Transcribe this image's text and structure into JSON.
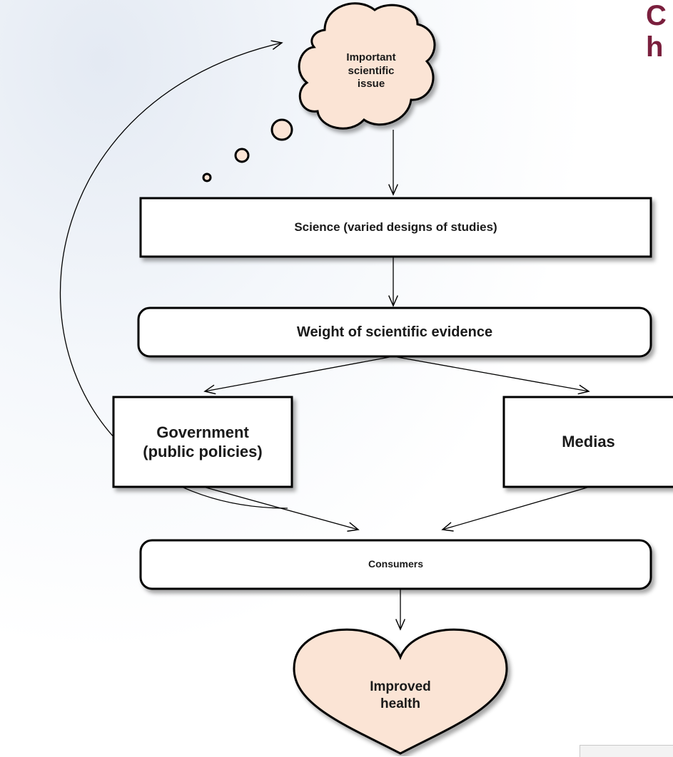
{
  "title": {
    "line1": "C",
    "line2": "h"
  },
  "colors": {
    "node_fill": "#fbe4d5",
    "stroke": "#000000",
    "title": "#7a1f3d"
  },
  "nodes": {
    "issue": "Important scientific issue",
    "science": "Science (varied designs of studies)",
    "evidence": "Weight of scientific evidence",
    "government_line1": "Government",
    "government_line2": "(public policies)",
    "medias": "Medias",
    "consumers": "Consumers",
    "health_line1": "Improved",
    "health_line2": "health"
  }
}
